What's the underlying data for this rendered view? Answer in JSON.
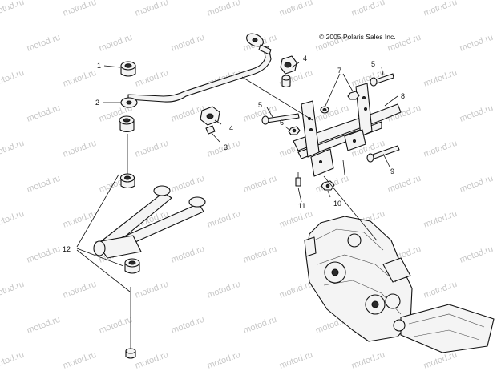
{
  "copyright": "© 2005 Polaris Sales Inc.",
  "watermark": "motod.ru",
  "callouts": [
    {
      "id": "1",
      "label": "1"
    },
    {
      "id": "2",
      "label": "2"
    },
    {
      "id": "3",
      "label": "3"
    },
    {
      "id": "4a",
      "label": "4"
    },
    {
      "id": "4b",
      "label": "4"
    },
    {
      "id": "5a",
      "label": "5"
    },
    {
      "id": "5b",
      "label": "5"
    },
    {
      "id": "6",
      "label": "6"
    },
    {
      "id": "7",
      "label": "7"
    },
    {
      "id": "8",
      "label": "8"
    },
    {
      "id": "9",
      "label": "9"
    },
    {
      "id": "10",
      "label": "10"
    },
    {
      "id": "11",
      "label": "11"
    },
    {
      "id": "12",
      "label": "12"
    }
  ]
}
